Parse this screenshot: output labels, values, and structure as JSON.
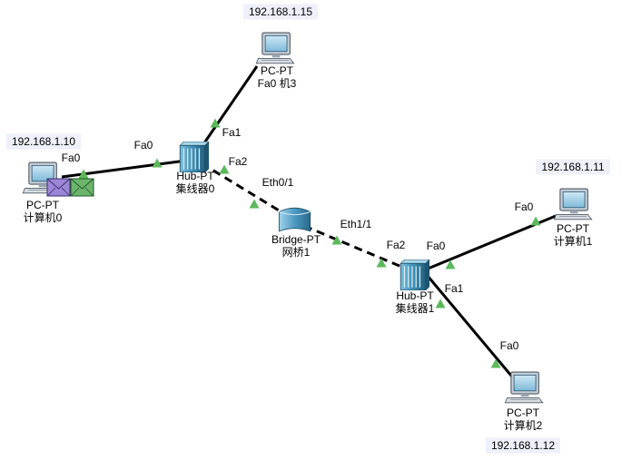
{
  "colors": {
    "link": "#000000",
    "port_marker": "#5cb85c",
    "device_blue": "#3f8fb4",
    "ip_background": "#eef0fa",
    "envelope_purple": "#9b86d8",
    "envelope_green": "#6bb56b"
  },
  "devices": [
    {
      "id": "pc0",
      "icon": "pc-icon",
      "model": "PC-PT",
      "name": "计算机0",
      "ip": "192.168.1.10"
    },
    {
      "id": "pc1",
      "icon": "pc-icon",
      "model": "PC-PT",
      "name": "计算机1",
      "ip": "192.168.1.11"
    },
    {
      "id": "pc2",
      "icon": "pc-icon",
      "model": "PC-PT",
      "name": "计算机2",
      "ip": "192.168.1.12"
    },
    {
      "id": "pc3",
      "icon": "pc-icon",
      "model": "PC-PT",
      "name": "Fa0 机3",
      "ip": "192.168.1.15"
    },
    {
      "id": "hub0",
      "icon": "hub-icon",
      "model": "Hub-PT",
      "name": "集线器0"
    },
    {
      "id": "hub1",
      "icon": "hub-icon",
      "model": "Hub-PT",
      "name": "集线器1"
    },
    {
      "id": "bridge1",
      "icon": "bridge-icon",
      "model": "Bridge-PT",
      "name": "网桥1"
    }
  ],
  "links": [
    {
      "from": "pc0",
      "to": "hub0",
      "style": "solid",
      "from_port": "Fa0",
      "to_port": "Fa0"
    },
    {
      "from": "hub0",
      "to": "pc3",
      "style": "solid",
      "from_port": "Fa1",
      "to_port": ""
    },
    {
      "from": "hub0",
      "to": "bridge1",
      "style": "dashed",
      "from_port": "Fa2",
      "to_port": "Eth0/1"
    },
    {
      "from": "bridge1",
      "to": "hub1",
      "style": "dashed",
      "from_port": "Eth1/1",
      "to_port": "Fa2"
    },
    {
      "from": "hub1",
      "to": "pc1",
      "style": "solid",
      "from_port": "Fa0",
      "to_port": "Fa0"
    },
    {
      "from": "hub1",
      "to": "pc2",
      "style": "solid",
      "from_port": "Fa1",
      "to_port": "Fa0"
    }
  ],
  "pdu": {
    "icons": [
      "envelope-purple-icon",
      "envelope-green-icon"
    ]
  }
}
